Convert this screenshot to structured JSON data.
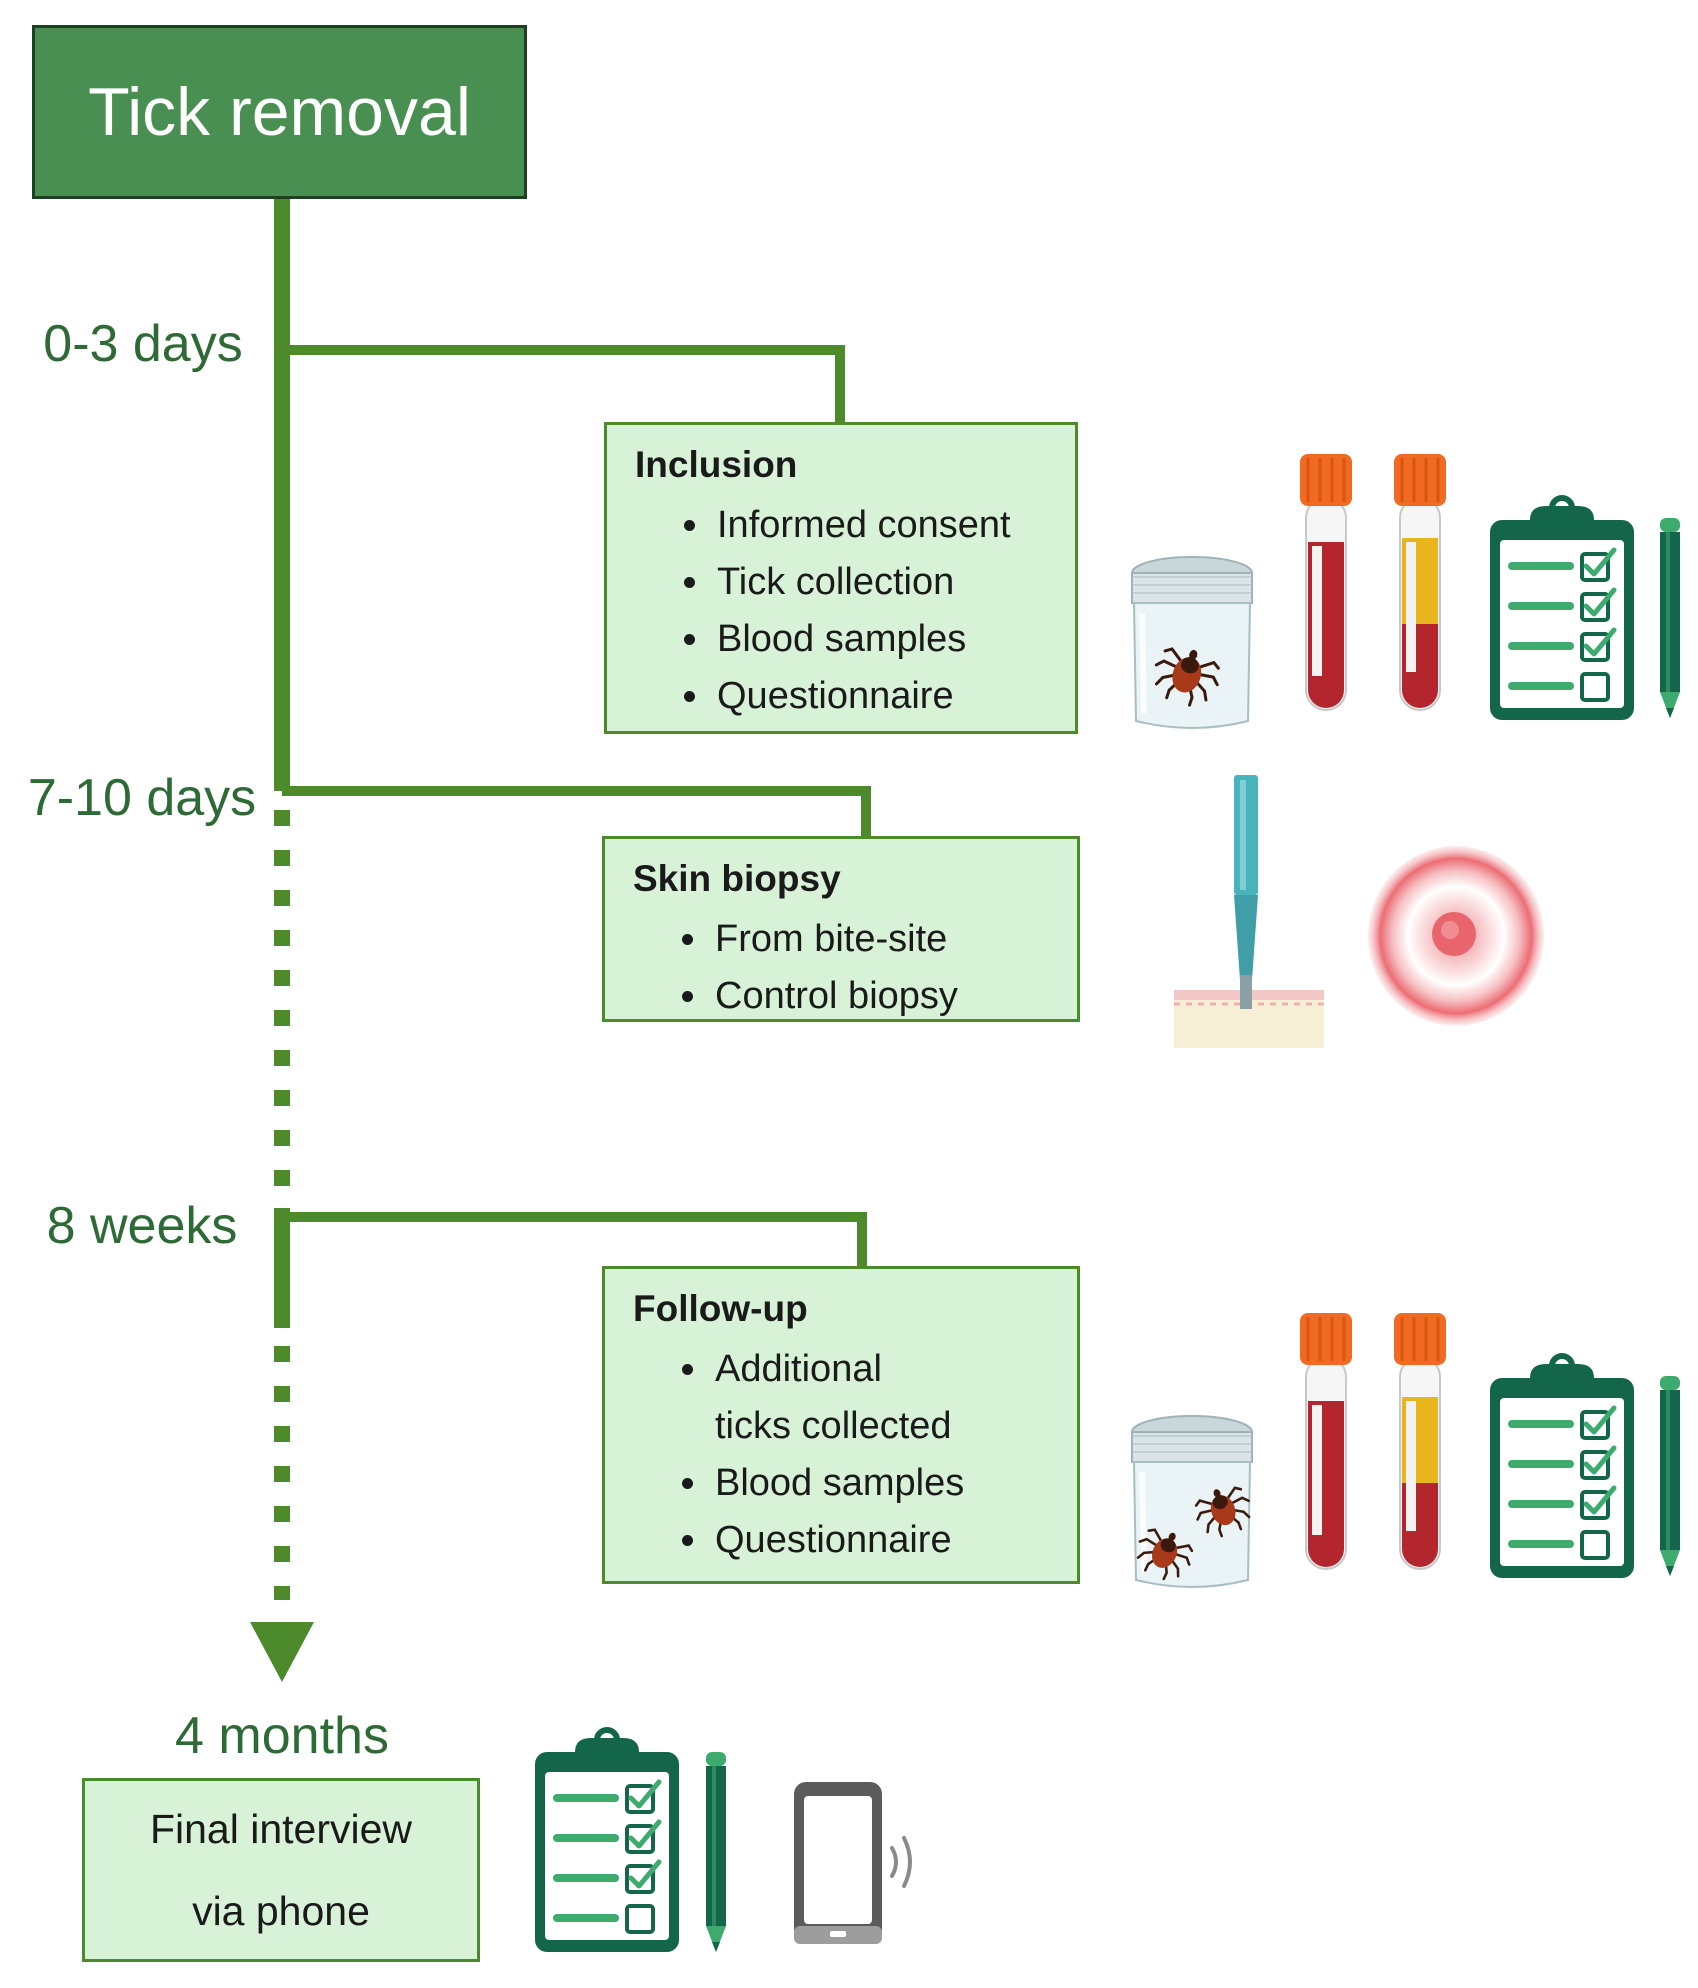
{
  "title": "Tick removal",
  "timepoints": [
    {
      "label": "0-3 days"
    },
    {
      "label": "7-10 days"
    },
    {
      "label": "8 weeks"
    },
    {
      "label": "4 months"
    }
  ],
  "steps": {
    "inclusion": {
      "title": "Inclusion",
      "items": [
        "Informed consent",
        "Tick collection",
        "Blood samples",
        "Questionnaire"
      ]
    },
    "skin_biopsy": {
      "title": "Skin biopsy",
      "items": [
        "From bite-site",
        "Control biopsy"
      ]
    },
    "follow_up": {
      "title": "Follow-up",
      "items": [
        "Additional ticks collected",
        "Blood samples",
        "Questionnaire"
      ]
    },
    "final": {
      "line1": "Final interview",
      "line2": "via phone"
    }
  },
  "icons": [
    "tick-jar-icon",
    "blood-tube-red-icon",
    "blood-tube-serum-icon",
    "clipboard-checklist-icon",
    "pencil-icon",
    "biopsy-punch-icon",
    "erythema-rash-icon",
    "smartphone-icon"
  ],
  "colors": {
    "title_fill": "#4a8f52",
    "timeline": "#4c8a2c",
    "box_fill": "#d8f2d8",
    "label_text": "#2d6a36",
    "tube_cap": "#f06a22",
    "blood": "#b3262e",
    "clipboard": "#14664b"
  }
}
